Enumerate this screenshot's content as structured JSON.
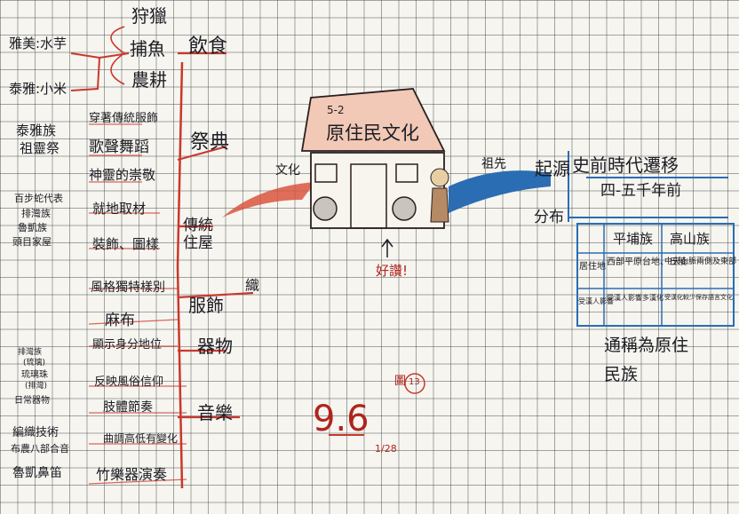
{
  "colors": {
    "red": "#c9382c",
    "blue": "#2a6db3",
    "ink": "#1d1d24",
    "roof": "#f1c9b6"
  },
  "house": {
    "number": "5-2",
    "title": "原住民文化",
    "left_label": "文化",
    "right_label": "祖先",
    "praise": "好讚!"
  },
  "left": {
    "food": {
      "head": "飲食",
      "items": [
        "狩獵",
        "捕魚",
        "農耕"
      ],
      "sub": [
        "雅美:水芋",
        "泰雅:小米"
      ]
    },
    "festival": {
      "head": "祭典",
      "items": [
        "穿著傳統服飾",
        "歌聲舞蹈",
        "神靈的崇敬"
      ],
      "side": [
        "泰雅族",
        "祖靈祭"
      ]
    },
    "house": {
      "head": [
        "傳統",
        "住屋"
      ],
      "items": [
        "就地取材",
        "裝飾、圖樣"
      ],
      "side": [
        "百步蛇代表",
        "排灣族",
        "魯凱族",
        "頭目家屋"
      ]
    },
    "clothing": {
      "head": [
        "織",
        "服飾"
      ],
      "items": [
        "風格獨特樣別",
        "麻布"
      ]
    },
    "utensil": {
      "head": "器物",
      "items": [
        "顯示身分地位",
        "反映風俗信仰"
      ],
      "side": [
        "排灣族",
        "(琉璃)",
        "琉璃珠",
        "(排灣)",
        "日常器物"
      ]
    },
    "music": {
      "head": "音樂",
      "items": [
        "肢體節奏",
        "曲調高低有變化",
        "竹樂器演奏"
      ],
      "side": [
        "編織技術",
        "布農八部合音",
        "魯凱鼻笛"
      ]
    }
  },
  "right": {
    "origin": {
      "head": "起源",
      "items": [
        "史前時代遷移",
        "四-五千年前"
      ]
    },
    "distribution": {
      "head": "分布",
      "table": {
        "columns": [
          "平埔族",
          "高山族"
        ],
        "rows": [
          {
            "label": "居住地",
            "cells": [
              "西部平原台地、丘陵",
              "中央山脈兩側及東部"
            ]
          },
          {
            "label": "受漢人影響",
            "cells": [
              "受漢人影響多漢化",
              "受漢化較少保存語言文化"
            ]
          }
        ]
      }
    },
    "conclusion": [
      "通稱為原住",
      "民族"
    ]
  },
  "score": {
    "grade": "9.6",
    "figure_label": "圖",
    "figure_number": "13",
    "stamp": "1/28"
  }
}
